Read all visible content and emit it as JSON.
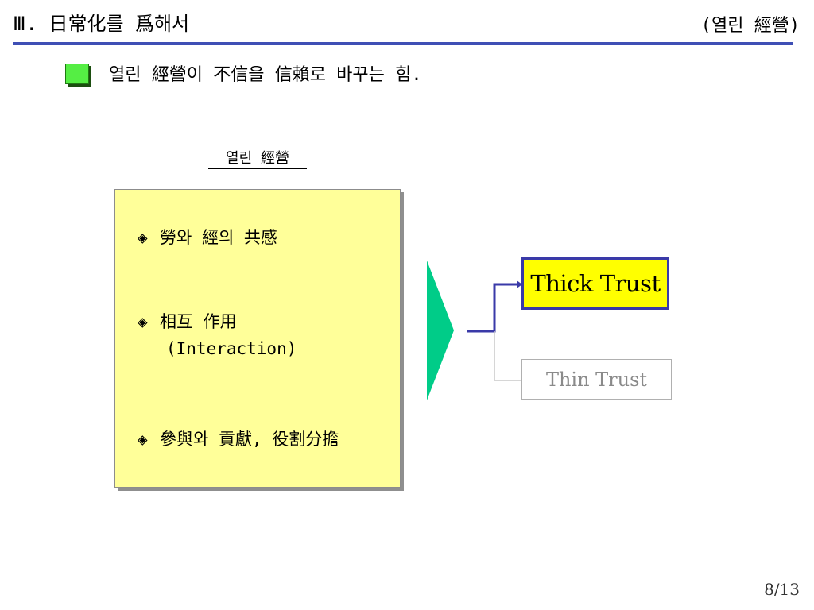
{
  "header": {
    "title": "Ⅲ. 日常化를 爲해서",
    "section_label": "(열린 經營)"
  },
  "subtitle": "열린 經營이 不信을 信賴로 바꾸는 힘.",
  "concept_box": {
    "caption": "열린 經營",
    "bullet_glyph": "◈",
    "items": [
      {
        "line1": "勞와 經의 共感",
        "line2": ""
      },
      {
        "line1": "相互 作用",
        "line2": "(Interaction)"
      },
      {
        "line1": "參與와 貢獻, 役割分擔",
        "line2": ""
      }
    ]
  },
  "outcomes": {
    "primary": "Thick Trust",
    "secondary": "Thin Trust"
  },
  "colors": {
    "header_rule": "#3f4fb5",
    "bullet_green": "#55ee44",
    "box_yellow": "#ffff99",
    "arrow_teal": "#00cc88",
    "thick_fill": "#ffff00",
    "connector_blue": "#3a3aa8"
  },
  "page_number": "8/13"
}
